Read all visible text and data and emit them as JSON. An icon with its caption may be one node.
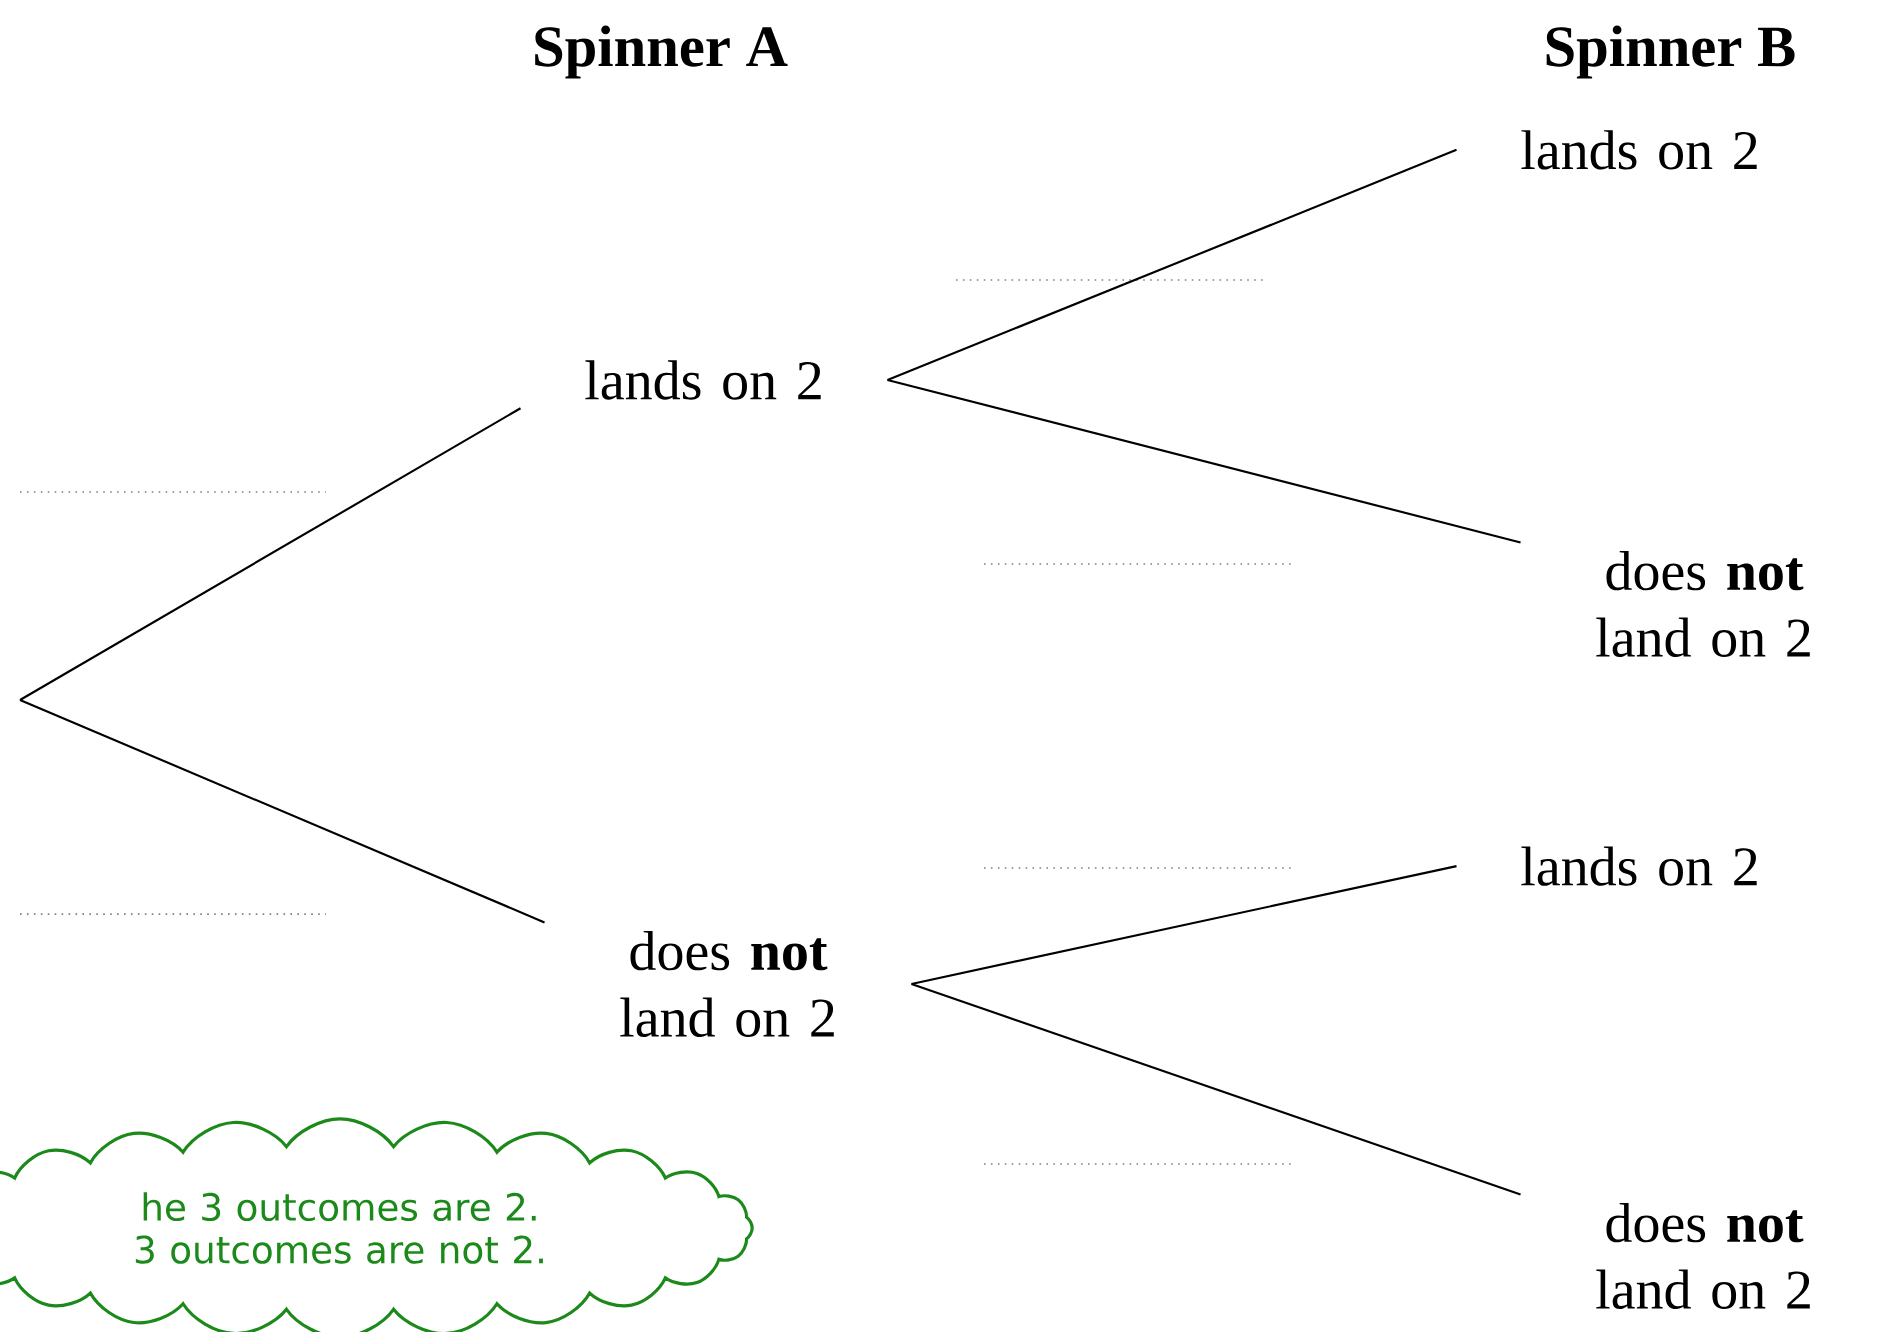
{
  "diagram": {
    "nodes": [
      {
        "text": [
          "lands on 2"
        ]
      },
      {
        "text": [
          "does **not** land on 2"
        ]
      },
      {
        "text": [
          "lands on 2"
        ]
      },
      {
        "text": [
          "does **not** land on 2"
        ]
      },
      {
        "text": [
          "lands on 2"
        ]
      },
      {
        "text": [
          "does **not** land on 2"
        ]
      },
      {
        "text": [
          "he 3 outcomes are 2. 3 outcomes are not 2."
        ]
      }
    ],
    "edges": [
      {
        "from": null,
        "to": 0,
        "arrow": "none"
      },
      {
        "from": null,
        "to": 1,
        "arrow": "none"
      },
      {
        "from": 0,
        "to": 2,
        "arrow": "none"
      },
      {
        "from": 0,
        "to": 3,
        "arrow": "none"
      },
      {
        "from": 1,
        "to": 4,
        "arrow": "none"
      },
      {
        "from": 1,
        "to": 5,
        "arrow": "none"
      }
    ],
    "labels": [
      "Spinner A",
      "Spinner B"
    ]
  }
}
